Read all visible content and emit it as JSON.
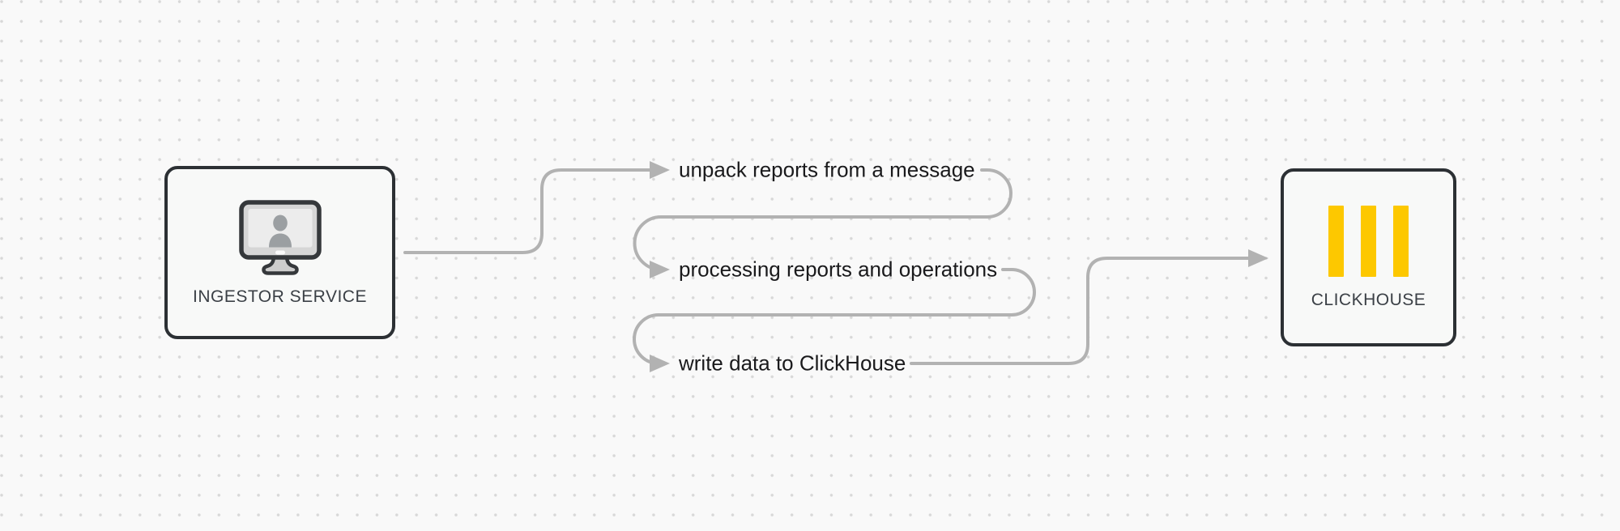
{
  "diagram": {
    "background_color": "#f9f9f9",
    "dot_grid_color": "#d8d8d8",
    "connector_color": "#b2b2b2",
    "node_border_color": "#2c3034",
    "node_fill_color": "#f8f9f8",
    "nodes": {
      "ingestor": {
        "label": "INGESTOR SERVICE",
        "icon": "monitor-user-icon"
      },
      "clickhouse": {
        "label": "CLICKHOUSE",
        "icon": "clickhouse-logo-icon",
        "brand_yellow": "#fdc800"
      }
    },
    "steps": [
      {
        "label": "unpack reports from a message"
      },
      {
        "label": "processing reports and operations"
      },
      {
        "label": "write data to ClickHouse"
      }
    ]
  }
}
